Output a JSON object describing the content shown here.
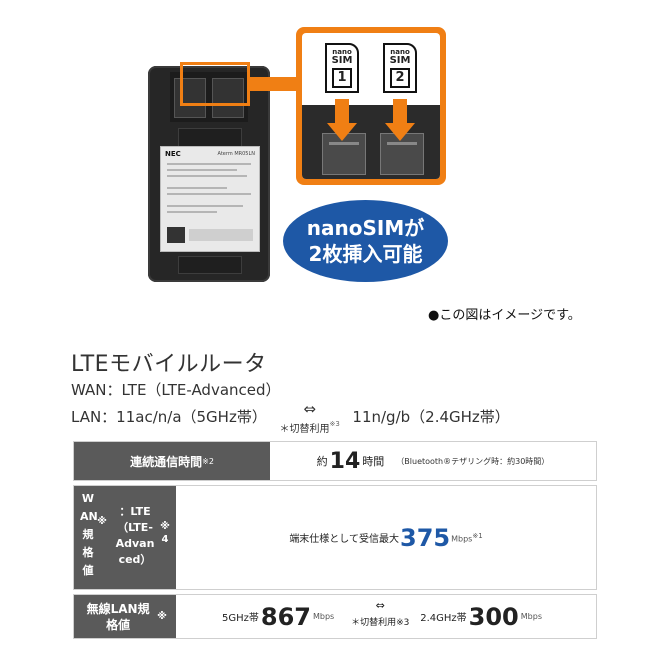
{
  "image": {
    "device_brand": "NEC",
    "device_model": "Aterm MR05LN",
    "sim1_nano": "nano",
    "sim1_label": "SIM",
    "sim1_num": "1",
    "sim2_nano": "nano",
    "sim2_label": "SIM",
    "sim2_num": "2",
    "bubble_line1": "nanoSIMが",
    "bubble_line2": "2枚挿入可能",
    "note": "●この図はイメージです。",
    "accent_color": "#f07f14",
    "bubble_color": "#1e58a6"
  },
  "spec": {
    "title": "LTEモバイルルータ",
    "wan": "WAN：LTE（LTE-Advanced）",
    "lan_left": "LAN：11ac/n/a（5GHz帯）",
    "lan_arrow": "⇔",
    "lan_switch": "＊切替利用",
    "lan_switch_note": "※3",
    "lan_right": "11n/g/b（2.4GHz帯）"
  },
  "table": {
    "row1": {
      "head": "連続通信時間",
      "head_note": "※2",
      "prefix": "約",
      "value": "14",
      "unit": "時間",
      "sub": "（Bluetooth®テザリング時：約30時間）"
    },
    "row2": {
      "head_vert": "W\nAN\n規\n格\n値",
      "head_kome": "※",
      "head_lte": "：LTE\n（LTE-\nAdvan\nced）",
      "head_note": "※\n4",
      "prefix": "端末仕様として受信最大",
      "value": "375",
      "unit": "Mbps",
      "unit_note": "※1"
    },
    "row3": {
      "head": "無線LAN規格値",
      "head_note": "※",
      "band1": "5GHz帯",
      "value1": "867",
      "unit1": "Mbps",
      "arrow": "⇔",
      "switch": "＊切替利用",
      "switch_note": "※3",
      "band2": "2.4GHz帯",
      "value2": "300",
      "unit2": "Mbps"
    }
  }
}
